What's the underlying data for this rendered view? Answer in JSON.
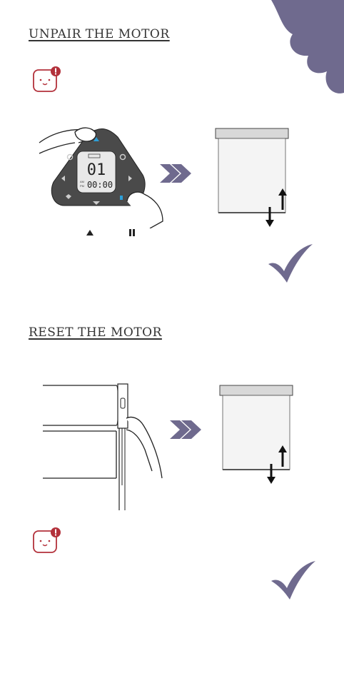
{
  "sections": {
    "unpair": {
      "title": "UNPAIR THE MOTOR"
    },
    "reset": {
      "title": "RESET THE MOTOR"
    }
  },
  "remote": {
    "channel": "01",
    "time": "00:00",
    "am_label": "AM",
    "pm_label": "PM"
  },
  "colors": {
    "accent_purple": "#6f6a8e",
    "corner_blob": "#6f6a8e",
    "warning_red": "#b3313b",
    "remote_body": "#4a4a4a",
    "remote_blue": "#2d9fd8"
  },
  "icons": [
    "warning-face-icon",
    "double-chevron-arrow-icon",
    "checkmark-icon",
    "up-arrow-icon",
    "pause-icon"
  ]
}
